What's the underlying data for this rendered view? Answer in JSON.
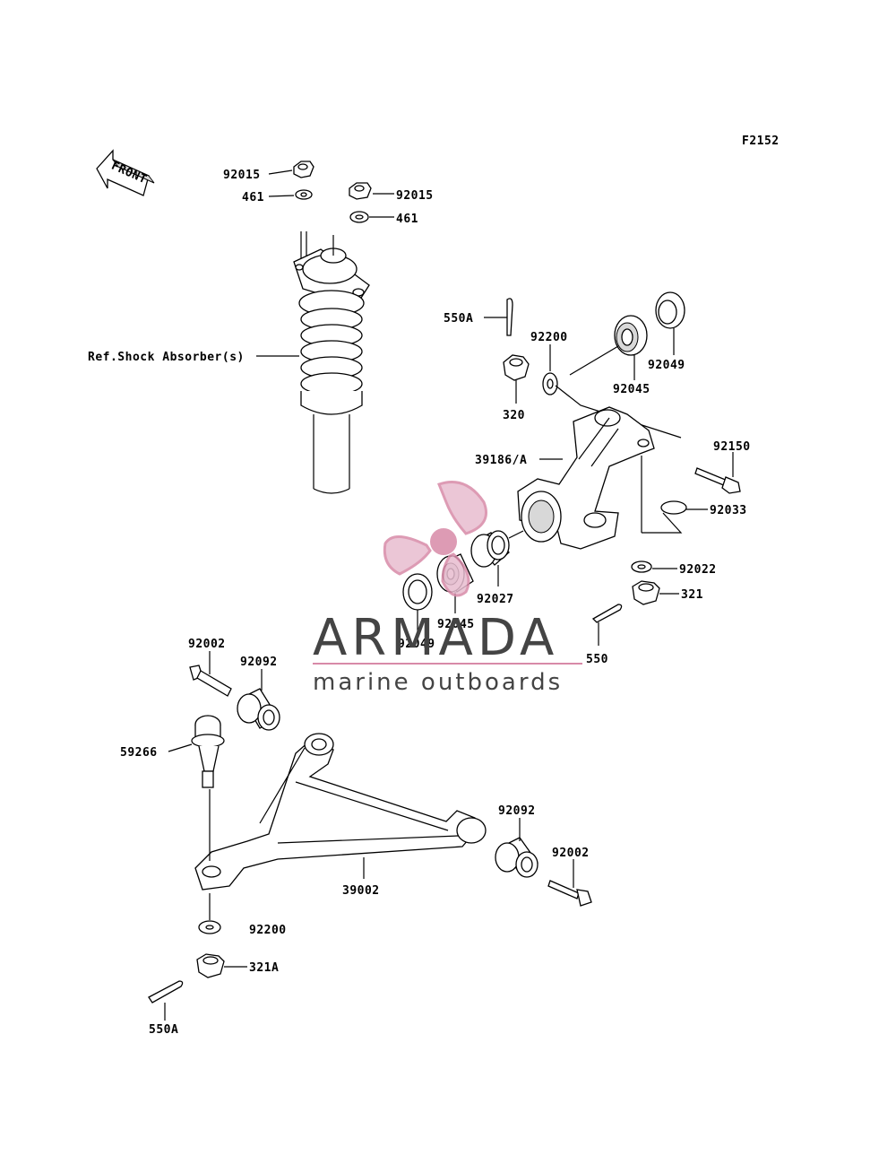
{
  "figure_code": "F2152",
  "front_label": "FRONT",
  "ref_label": "Ref.Shock Absorber(s)",
  "watermark": {
    "name": "ARMADA",
    "tagline": "marine outboards",
    "logo_color": "#d88aa8",
    "text_color": "#444444"
  },
  "callouts": {
    "c92015a": "92015",
    "c461a": "461",
    "c92015b": "92015",
    "c461b": "461",
    "c550A_top": "550A",
    "c92200_top": "92200",
    "c320": "320",
    "c92045_top": "92045",
    "c92049_top": "92049",
    "c39186": "39186/A",
    "c92150": "92150",
    "c92033": "92033",
    "c92022": "92022",
    "c321": "321",
    "c92027": "92027",
    "c92045_bot": "92045",
    "c92049_bot": "92049",
    "c550": "550",
    "c92002a": "92002",
    "c92092a": "92092",
    "c59266": "59266",
    "c92092b": "92092",
    "c92002b": "92002",
    "c39002": "39002",
    "c92200_bot": "92200",
    "c321A": "321A",
    "c550A_bot": "550A"
  }
}
